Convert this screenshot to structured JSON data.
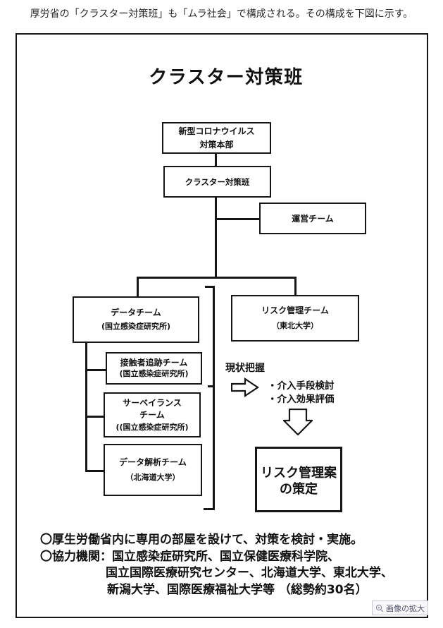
{
  "caption": "厚労省の「クラスター対策班」も「ムラ社会」で構成される。その構成を下図に示す。",
  "diagram": {
    "title": "クラスター対策班",
    "nodes": {
      "honbu": {
        "line1": "新型コロナウイルス",
        "line2": "対策本部"
      },
      "cluster": {
        "line1": "クラスター対策班"
      },
      "unei": {
        "line1": "運営チーム"
      },
      "data_team": {
        "line1": "データチーム",
        "line2": "(国立感染症研究所)"
      },
      "risk_team": {
        "line1": "リスク管理チーム",
        "line2": "（東北大学）"
      },
      "contact_tracing": {
        "line1": "接触者追跡チーム",
        "line2": "(国立感染症研究所)"
      },
      "surveillance": {
        "line1": "サーベイランス",
        "line2": "チーム",
        "line3": "((国立感染症研究所)"
      },
      "data_analysis": {
        "line1": "データ解析チーム",
        "line2": "（北海道大学）"
      },
      "risk_plan": {
        "line1": "リスク管理案",
        "line2": "の策定"
      }
    },
    "labels": {
      "current_status": "現状把握",
      "bullet1": "・介入手段検討",
      "bullet2": "・介入効果評価"
    },
    "notes": {
      "line1": "〇厚生労働省内に専用の部屋を設けて、対策を検討・実施。",
      "line2": "〇協力機関：国立感染症研究所、国立保健医療科学院、",
      "line3": "国立国際医療研究センター、北海道大学、東北大学、",
      "line4": "新潟大学、国際医療福祉大学等 （総勢約30名）"
    }
  },
  "magnify_button": {
    "label": "画像の拡大"
  },
  "colors": {
    "line": "#161616",
    "background": "#ffffff",
    "button_text": "#4e4e66",
    "button_bg": "#f8f8fa"
  }
}
